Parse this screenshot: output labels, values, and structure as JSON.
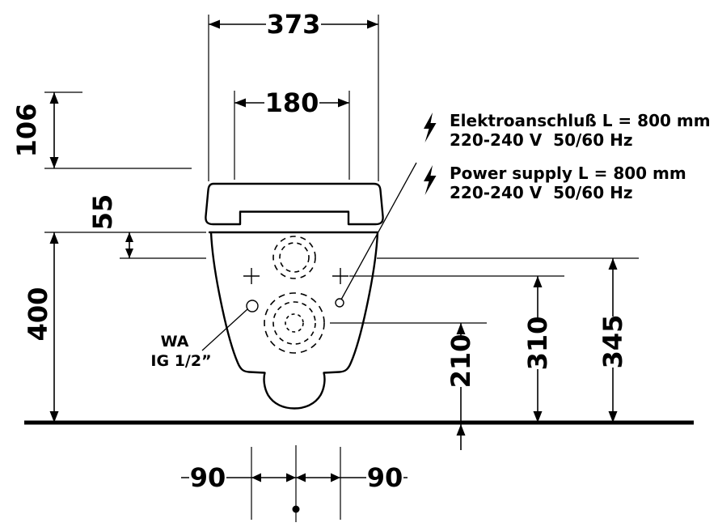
{
  "drawing": {
    "background": "#ffffff",
    "line_color": "#000000"
  },
  "dims": {
    "overall_width": "373",
    "inner_width": "180",
    "top_height": "106",
    "seat_offset": "55",
    "rim_height": "400",
    "outlet_height": "210",
    "fixing_height": "310",
    "supply_height": "345",
    "bolt_left_offset": "90",
    "bolt_right_offset": "90"
  },
  "labels": {
    "water_abbr": "WA",
    "water_thread": "IG 1/2”",
    "elec_de_1": "Elektroanschluß L = 800 mm",
    "elec_de_2": "220-240 V  50/60 Hz",
    "elec_en_1": "Power supply L = 800 mm",
    "elec_en_2": "220-240 V  50/60 Hz"
  }
}
